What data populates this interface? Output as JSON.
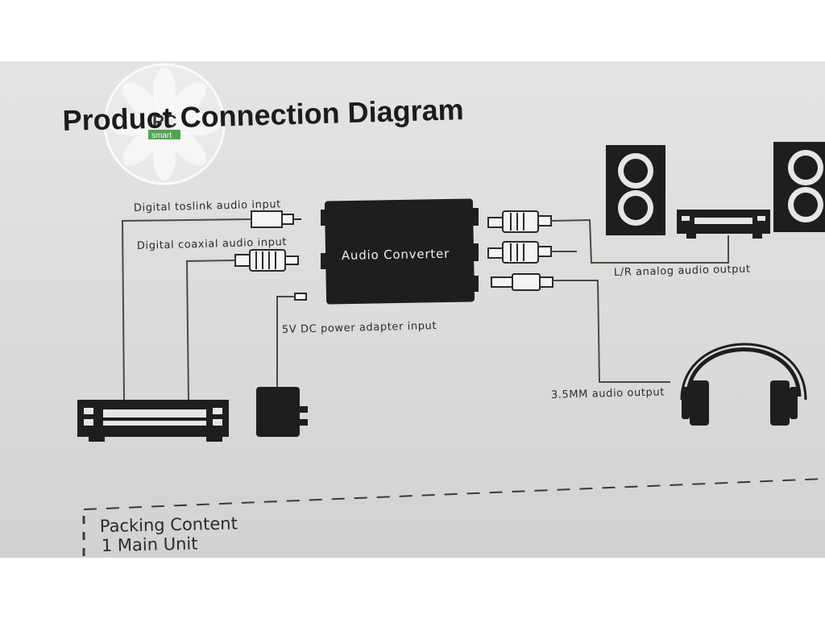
{
  "diagram": {
    "title": "Product Connection Diagram",
    "converter_label": "Audio Converter",
    "labels": {
      "toslink": "Digital toslink audio input",
      "coaxial": "Digital coaxial audio input",
      "power": "5V DC power adapter input",
      "analog": "L/R analog audio output",
      "mm35": "3.5MM audio output"
    }
  },
  "packing": {
    "heading": "Packing Content",
    "items": [
      "1  Main Unit"
    ]
  },
  "watermark": {
    "brand": "PC",
    "sub": "smart"
  },
  "colors": {
    "paper": "#dcdcda",
    "ink": "#1e1e1e",
    "line": "#4a4a4a"
  }
}
